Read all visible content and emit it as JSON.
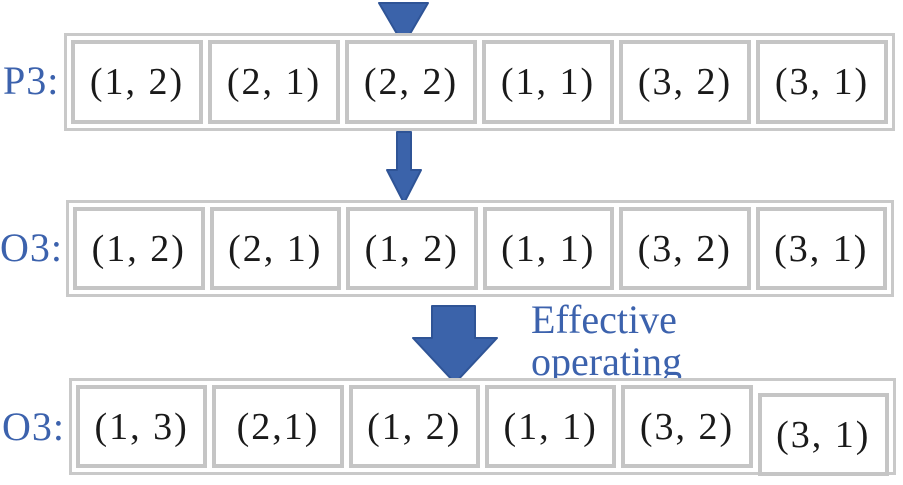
{
  "figure": {
    "description_colors": {
      "label_blue": "#3C62AD",
      "arrow_fill": "#3B63AA",
      "arrow_outline": "#2F5496",
      "box_border_gray": "#C5C5C5",
      "cell_text_black": "#1A1A1A"
    },
    "icons": {
      "pointer": "cursor-triangle-down-icon",
      "step1": "arrow-down-icon",
      "step2": "arrow-down-thick-icon"
    }
  },
  "rows": [
    {
      "label": "P3:",
      "cells": [
        "(1, 2)",
        "(2, 1)",
        "(2, 2)",
        "(1, 1)",
        "(3, 2)",
        "(3, 1)"
      ]
    },
    {
      "label": "O3:",
      "cells": [
        "(1, 2)",
        "(2, 1)",
        "(1, 2)",
        "(1, 1)",
        "(3, 2)",
        "(3, 1)"
      ]
    },
    {
      "label": "O3:",
      "cells": [
        "(1, 3)",
        "(2,1)",
        "(1, 2)",
        "(1, 1)",
        "(3, 2)",
        "(3, 1)"
      ]
    }
  ],
  "annotation": {
    "line1": "Effective",
    "line2": "operating"
  }
}
